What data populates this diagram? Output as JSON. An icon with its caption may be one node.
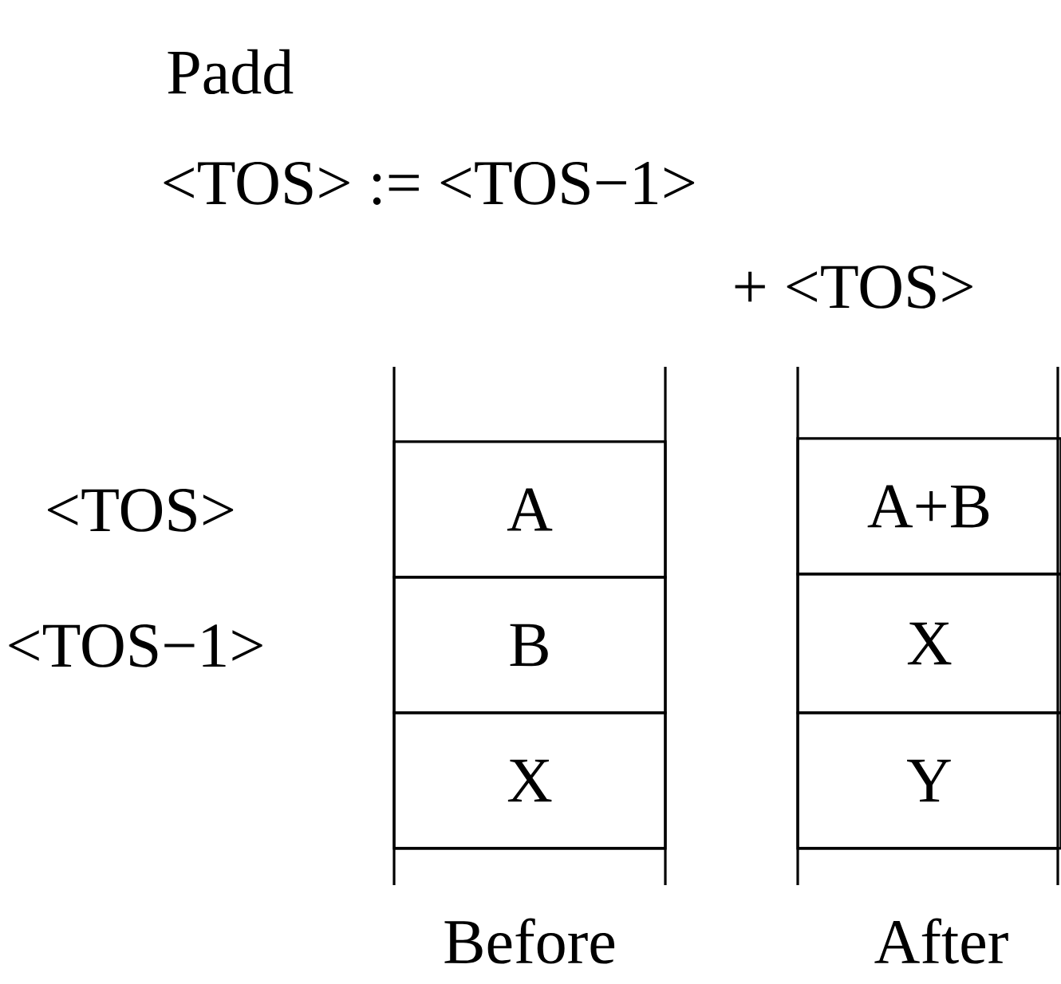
{
  "diagram": {
    "title": "Padd",
    "nodes": [
      {
        "text": [
          "A"
        ]
      },
      {
        "text": [
          "B"
        ]
      },
      {
        "text": [
          "X"
        ]
      },
      {
        "text": [
          "A+B"
        ]
      },
      {
        "text": [
          "X"
        ]
      },
      {
        "text": [
          "Y"
        ]
      }
    ],
    "labels": [
      "<TOS> := <TOS−1>",
      "+ <TOS>",
      "<TOS>",
      "<TOS−1>",
      "Before",
      "After"
    ]
  }
}
